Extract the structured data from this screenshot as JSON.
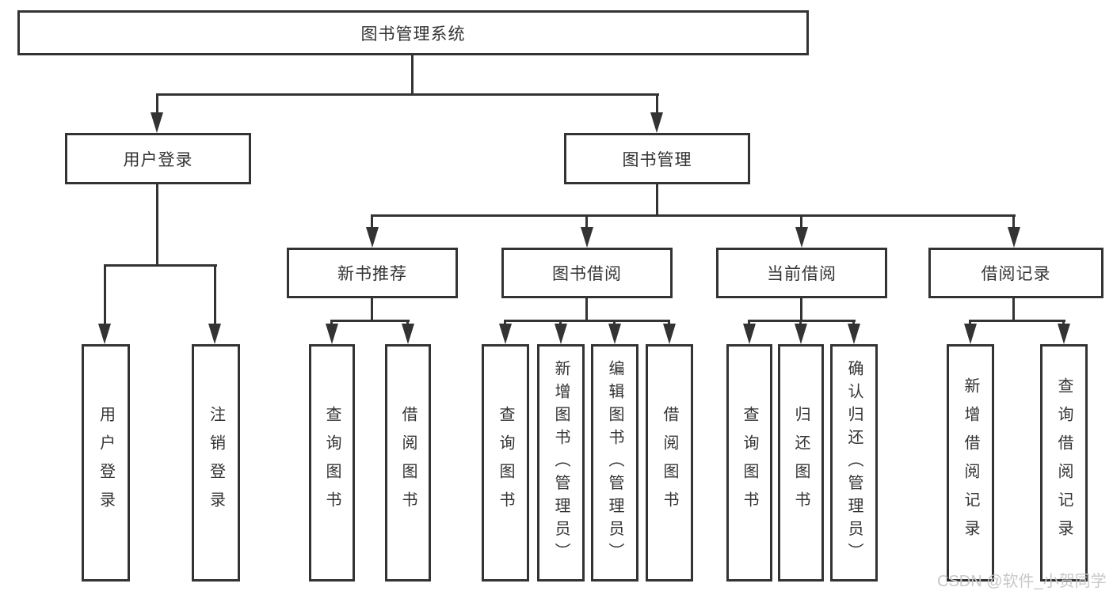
{
  "tree": {
    "root": "图书管理系统",
    "branches": [
      {
        "label": "用户登录",
        "children": [
          {
            "label": "用户登录"
          },
          {
            "label": "注销登录"
          }
        ]
      },
      {
        "label": "图书管理",
        "sections": [
          {
            "label": "新书推荐",
            "children": [
              {
                "label": "查询图书"
              },
              {
                "label": "借阅图书"
              }
            ]
          },
          {
            "label": "图书借阅",
            "children": [
              {
                "label": "查询图书"
              },
              {
                "label": "新增图书（管理员）"
              },
              {
                "label": "编辑图书（管理员）"
              },
              {
                "label": "借阅图书"
              }
            ]
          },
          {
            "label": "当前借阅",
            "children": [
              {
                "label": "查询图书"
              },
              {
                "label": "归还图书"
              },
              {
                "label": "确认归还（管理员）"
              }
            ]
          },
          {
            "label": "借阅记录",
            "children": [
              {
                "label": "新增借阅记录"
              },
              {
                "label": "查询借阅记录"
              }
            ]
          }
        ]
      }
    ]
  },
  "watermark": {
    "text": "CSDN @软件_小贺同学"
  },
  "colors": {
    "line": "#333333",
    "text": "#333333",
    "background": "#ffffff",
    "watermark": "#c8c8c8"
  }
}
